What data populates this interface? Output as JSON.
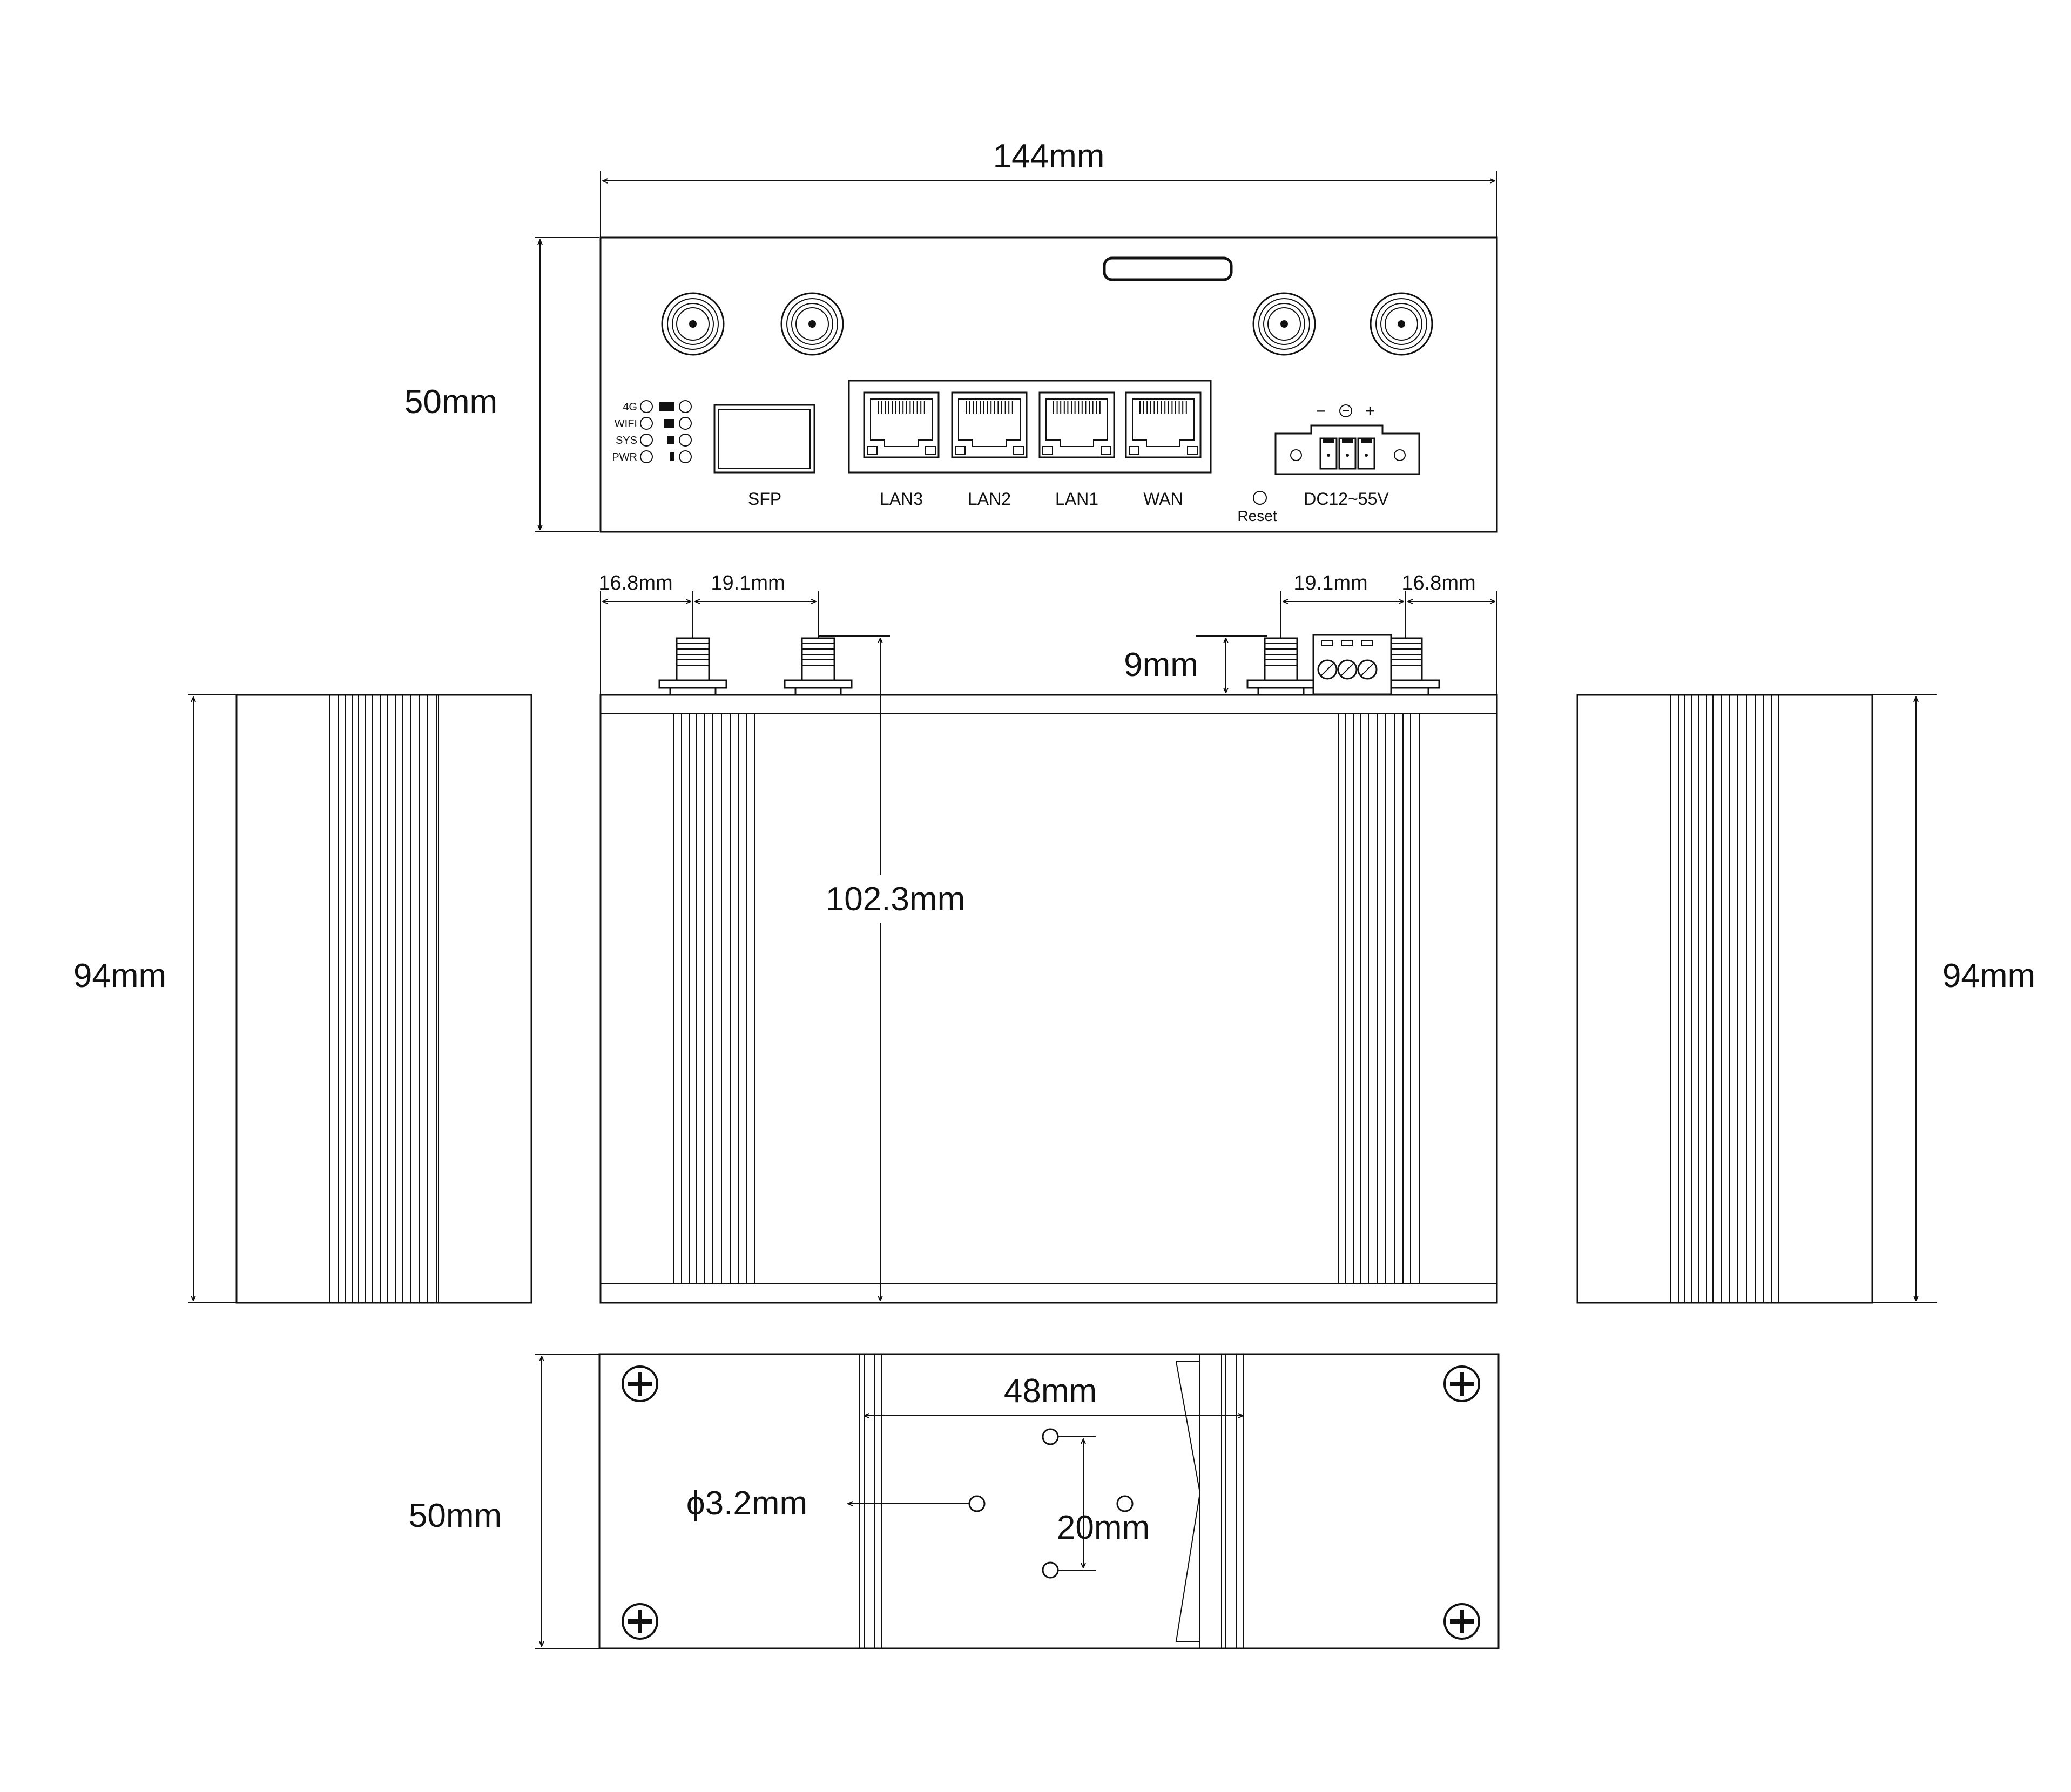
{
  "dimensions": {
    "width_top": "144mm",
    "height_front": "50mm",
    "depth_side_left": "94mm",
    "depth_side_right": "94mm",
    "depth_top_total": "102.3mm",
    "antenna_height": "9mm",
    "offset_left_edge": "16.8mm",
    "spacing_left_antennas": "19.1mm",
    "spacing_right_antennas": "19.1mm",
    "offset_right_edge": "16.8mm",
    "height_bottom": "50mm",
    "mount_hole_spacing_h": "48mm",
    "mount_hole_diameter": "ϕ3.2mm",
    "mount_hole_spacing_v": "20mm"
  },
  "front_panel": {
    "led_labels": [
      "4G",
      "WIFI",
      "SYS",
      "PWR"
    ],
    "port_sfp": "SFP",
    "port_lan3": "LAN3",
    "port_lan2": "LAN2",
    "port_lan1": "LAN1",
    "port_wan": "WAN",
    "reset": "Reset",
    "power": "DC12~55V",
    "power_minus": "−",
    "power_plus": "+"
  },
  "colors": {
    "line": "#111111",
    "background": "#ffffff"
  }
}
